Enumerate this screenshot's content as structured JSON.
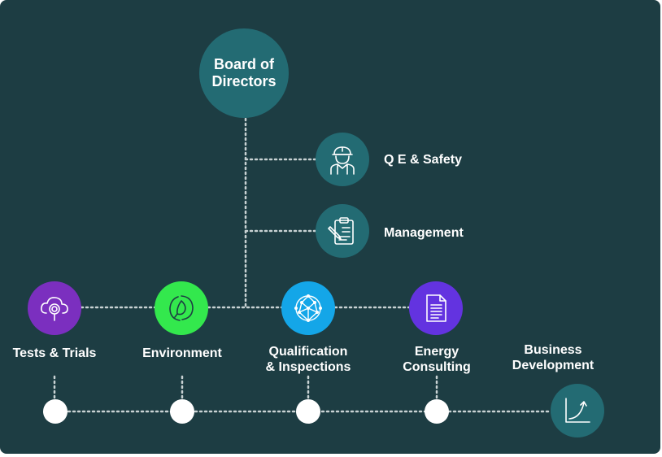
{
  "board": {
    "line1": "Board of",
    "line2": "Directors"
  },
  "side_units": [
    {
      "label": "Q E & Safety",
      "icon": "worker-icon"
    },
    {
      "label": "Management",
      "icon": "clipboard-icon"
    }
  ],
  "departments": [
    {
      "line1": "Tests & Trials",
      "line2": "",
      "icon": "cloud-search-icon",
      "color": "#7b2fbf"
    },
    {
      "line1": "Environment",
      "line2": "",
      "icon": "leaf-recycle-icon",
      "color": "#33e84d"
    },
    {
      "line1": "Qualification",
      "line2": "& Inspections",
      "icon": "network-globe-icon",
      "color": "#14a6e8"
    },
    {
      "line1": "Energy",
      "line2": "Consulting",
      "icon": "document-icon",
      "color": "#6333e0"
    },
    {
      "line1": "Business",
      "line2": "Development",
      "icon": "growth-chart-icon",
      "color": "#236b73"
    }
  ],
  "colors": {
    "background": "#1d3d43",
    "teal_node": "#236b73",
    "connector": "#c8d2d3"
  }
}
